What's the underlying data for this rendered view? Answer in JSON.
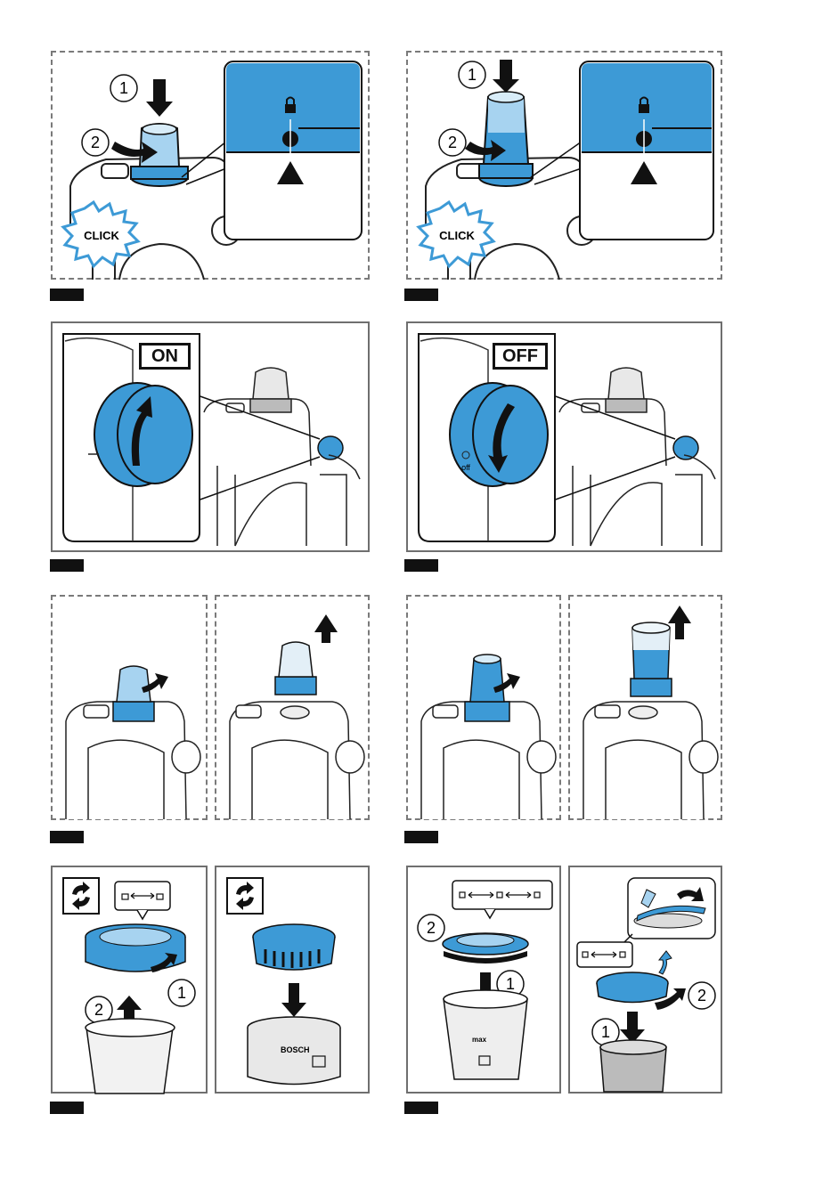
{
  "panel_a": {
    "click": "CLICK",
    "step1": "1",
    "step2": "2"
  },
  "panel_b": {
    "click": "CLICK",
    "step1": "1",
    "step2": "2"
  },
  "panel_c": {
    "switch": "ON"
  },
  "panel_d": {
    "switch": "OFF",
    "knob_text": "off"
  },
  "panel_g": {
    "step1": "1",
    "step2": "2"
  },
  "panel_h": {
    "step1": "1",
    "step2": "2",
    "max_text": "max"
  },
  "panel_g_right": {
    "brand": "BOSCH"
  },
  "colors": {
    "accent_blue": "#3d9ad6",
    "light_blue": "#a7d3f0",
    "dark": "#111111",
    "border": "#7a7a7a"
  },
  "icons": [
    "lock-icon",
    "unlock-icon",
    "rotate-arrows-icon",
    "push-arrow-icon",
    "twist-arrow-icon",
    "lift-arrow-icon"
  ]
}
